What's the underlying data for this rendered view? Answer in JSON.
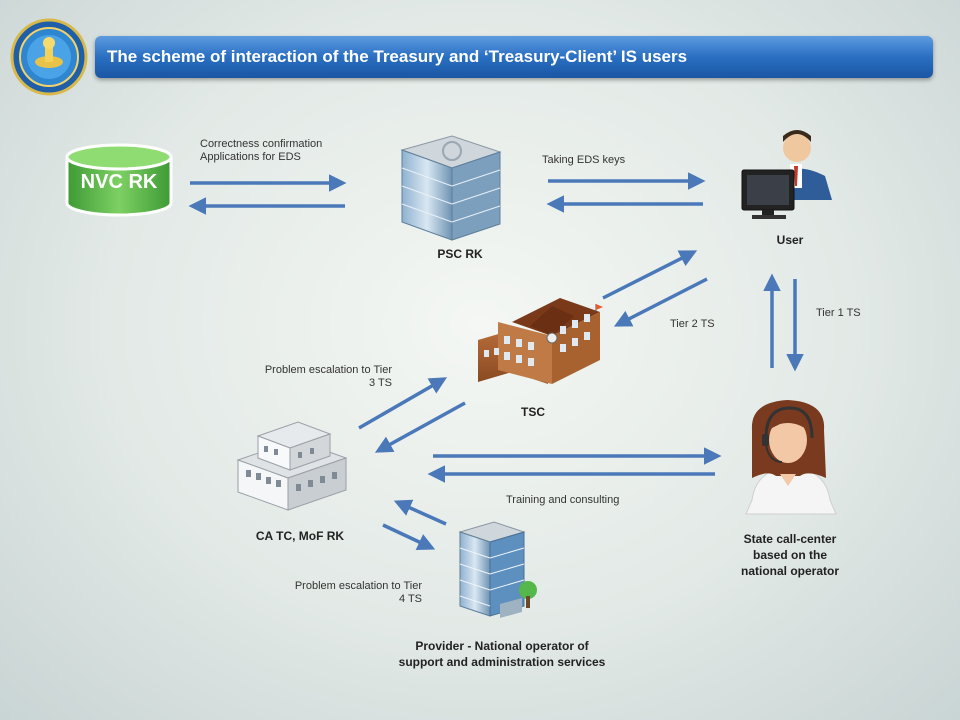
{
  "title": "The scheme of interaction of the Treasury and ‘Treasury-Client’ IS users",
  "icons": [
    "emblem-icon",
    "database-icon",
    "office-building-icon",
    "user-computer-icon",
    "courthouse-icon",
    "administration-building-icon",
    "provider-tower-icon",
    "call-center-operator-icon"
  ],
  "colors": {
    "arrow": "#4a78b8",
    "title_bar": "#2a6fc2",
    "nvc_green": "#5cb84a"
  },
  "nodes": {
    "nvc": "NVC RK",
    "psc": "PSC RK",
    "user": "User",
    "tsc": "TSC",
    "ca": "CA TC, MoF RK",
    "callcenter": [
      "State call-center",
      "based on the",
      "national operator"
    ],
    "provider": [
      "Provider - National operator of",
      "support and administration services"
    ]
  },
  "labels": {
    "correctness": [
      "Correctness confirmation",
      "Applications for EDS"
    ],
    "taking_eds": "Taking EDS keys",
    "tier2": "Tier 2 TS",
    "tier1": "Tier 1 TS",
    "escalation3": [
      "Problem escalation to Tier",
      "3 TS"
    ],
    "training": "Training and consulting",
    "escalation4": [
      "Problem escalation to Tier",
      "4 TS"
    ]
  }
}
